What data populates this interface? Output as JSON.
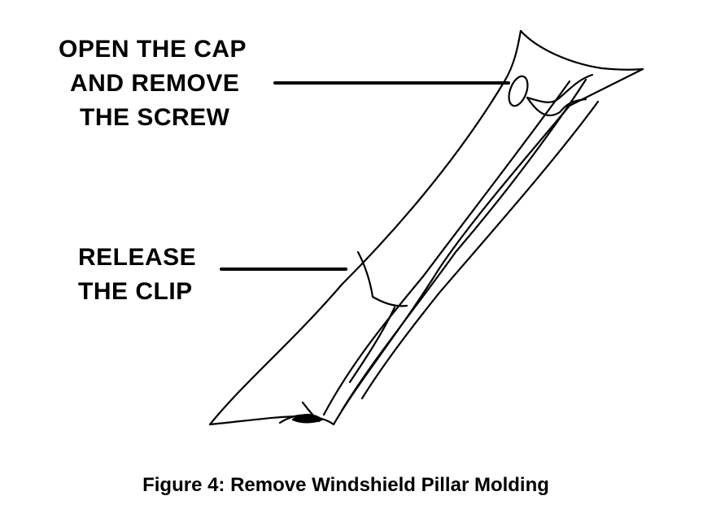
{
  "diagram": {
    "callouts": [
      {
        "id": "screw",
        "lines": [
          "OPEN THE CAP",
          "AND REMOVE",
          "THE SCREW"
        ]
      },
      {
        "id": "clip",
        "lines": [
          "RELEASE",
          "THE CLIP"
        ]
      }
    ],
    "caption": "Figure 4: Remove Windshield Pillar Molding",
    "colors": {
      "ink": "#000000",
      "background": "#ffffff"
    }
  }
}
